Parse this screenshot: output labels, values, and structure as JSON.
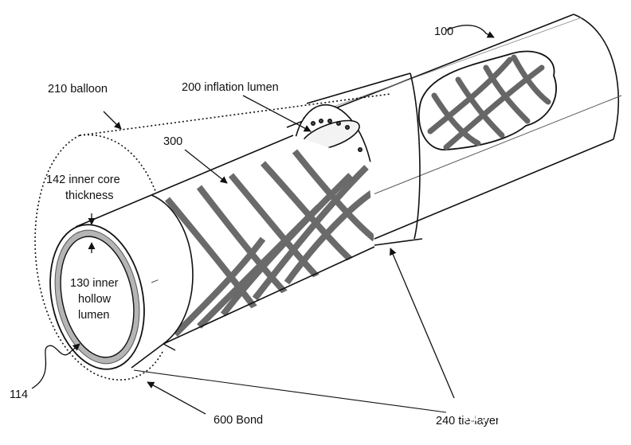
{
  "labels": {
    "l100": "100",
    "l210": "210 balloon",
    "l200": "200 inflation lumen",
    "l300": "300",
    "l142a": "142 inner core",
    "l142b": "thickness",
    "l130a": "130 inner",
    "l130b": "hollow",
    "l130c": "lumen",
    "l114": "114",
    "l600": "600 Bond",
    "l240": "240 tie-layer"
  },
  "watermark": "知乎 @富临塑胶-黎生"
}
